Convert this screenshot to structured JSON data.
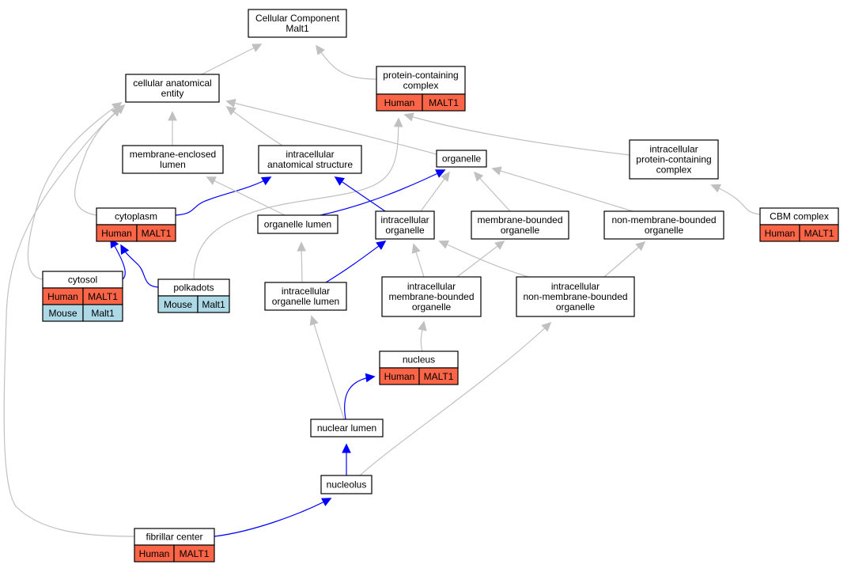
{
  "colors": {
    "edge_grey": "#c0c0c0",
    "edge_blue": "#0000ff",
    "human_fill": "#fa6447",
    "mouse_fill": "#add8e6",
    "node_fill": "#ffffff",
    "node_stroke": "#000000"
  },
  "nodes": {
    "cc": {
      "lines": [
        "Cellular Component",
        "Malt1"
      ]
    },
    "cae": {
      "lines": [
        "cellular anatomical",
        "entity"
      ]
    },
    "pcc": {
      "lines": [
        "protein-containing",
        "complex"
      ],
      "tags": [
        {
          "species": "Human",
          "gene": "MALT1"
        }
      ]
    },
    "mel": {
      "lines": [
        "membrane-enclosed",
        "lumen"
      ]
    },
    "ias": {
      "lines": [
        "intracellular",
        "anatomical structure"
      ]
    },
    "org": {
      "lines": [
        "organelle"
      ]
    },
    "ipcc": {
      "lines": [
        "intracellular",
        "protein-containing",
        "complex"
      ]
    },
    "cyto": {
      "lines": [
        "cytoplasm"
      ],
      "tags": [
        {
          "species": "Human",
          "gene": "MALT1"
        }
      ]
    },
    "orgl": {
      "lines": [
        "organelle lumen"
      ]
    },
    "io": {
      "lines": [
        "intracellular",
        "organelle"
      ]
    },
    "mbo": {
      "lines": [
        "membrane-bounded",
        "organelle"
      ]
    },
    "nmbo": {
      "lines": [
        "non-membrane-bounded",
        "organelle"
      ]
    },
    "cbm": {
      "lines": [
        "CBM complex"
      ],
      "tags": [
        {
          "species": "Human",
          "gene": "MALT1"
        }
      ]
    },
    "cytosol": {
      "lines": [
        "cytosol"
      ],
      "tags": [
        {
          "species": "Human",
          "gene": "MALT1"
        },
        {
          "species": "Mouse",
          "gene": "Malt1"
        }
      ]
    },
    "polk": {
      "lines": [
        "polkadots"
      ],
      "tags": [
        {
          "species": "Mouse",
          "gene": "Malt1"
        }
      ]
    },
    "iol": {
      "lines": [
        "intracellular",
        "organelle lumen"
      ]
    },
    "imbo": {
      "lines": [
        "intracellular",
        "membrane-bounded",
        "organelle"
      ]
    },
    "inmbo": {
      "lines": [
        "intracellular",
        "non-membrane-bounded",
        "organelle"
      ]
    },
    "nuc": {
      "lines": [
        "nucleus"
      ],
      "tags": [
        {
          "species": "Human",
          "gene": "MALT1"
        }
      ]
    },
    "nl": {
      "lines": [
        "nuclear lumen"
      ]
    },
    "nucleolus": {
      "lines": [
        "nucleolus"
      ]
    },
    "fc": {
      "lines": [
        "fibrillar center"
      ],
      "tags": [
        {
          "species": "Human",
          "gene": "MALT1"
        }
      ]
    }
  },
  "edges": [
    {
      "from": "cae",
      "to": "cc",
      "color": "grey"
    },
    {
      "from": "pcc",
      "to": "cc",
      "color": "grey"
    },
    {
      "from": "mel",
      "to": "cae",
      "color": "grey"
    },
    {
      "from": "ias",
      "to": "cae",
      "color": "grey"
    },
    {
      "from": "org",
      "to": "cae",
      "color": "grey"
    },
    {
      "from": "ipcc",
      "to": "pcc",
      "color": "grey"
    },
    {
      "from": "cbm",
      "to": "ipcc",
      "color": "grey"
    },
    {
      "from": "cyto",
      "to": "cae",
      "color": "grey"
    },
    {
      "from": "cyto",
      "to": "ias",
      "color": "blue"
    },
    {
      "from": "cytosol",
      "to": "cae",
      "color": "grey"
    },
    {
      "from": "cytosol",
      "to": "cyto",
      "color": "blue"
    },
    {
      "from": "polk",
      "to": "cyto",
      "color": "blue"
    },
    {
      "from": "polk",
      "to": "pcc",
      "color": "grey"
    },
    {
      "from": "orgl",
      "to": "mel",
      "color": "grey"
    },
    {
      "from": "orgl",
      "to": "org",
      "color": "blue"
    },
    {
      "from": "io",
      "to": "ias",
      "color": "blue"
    },
    {
      "from": "io",
      "to": "org",
      "color": "grey"
    },
    {
      "from": "mbo",
      "to": "org",
      "color": "grey"
    },
    {
      "from": "nmbo",
      "to": "org",
      "color": "grey"
    },
    {
      "from": "iol",
      "to": "orgl",
      "color": "grey"
    },
    {
      "from": "iol",
      "to": "io",
      "color": "blue"
    },
    {
      "from": "imbo",
      "to": "io",
      "color": "grey"
    },
    {
      "from": "imbo",
      "to": "mbo",
      "color": "grey"
    },
    {
      "from": "inmbo",
      "to": "io",
      "color": "grey"
    },
    {
      "from": "inmbo",
      "to": "nmbo",
      "color": "grey"
    },
    {
      "from": "nuc",
      "to": "imbo",
      "color": "grey"
    },
    {
      "from": "nl",
      "to": "iol",
      "color": "grey"
    },
    {
      "from": "nl",
      "to": "nuc",
      "color": "blue"
    },
    {
      "from": "nucleolus",
      "to": "nl",
      "color": "blue"
    },
    {
      "from": "nucleolus",
      "to": "inmbo",
      "color": "grey"
    },
    {
      "from": "fc",
      "to": "cae",
      "color": "grey"
    },
    {
      "from": "fc",
      "to": "nucleolus",
      "color": "blue"
    }
  ]
}
